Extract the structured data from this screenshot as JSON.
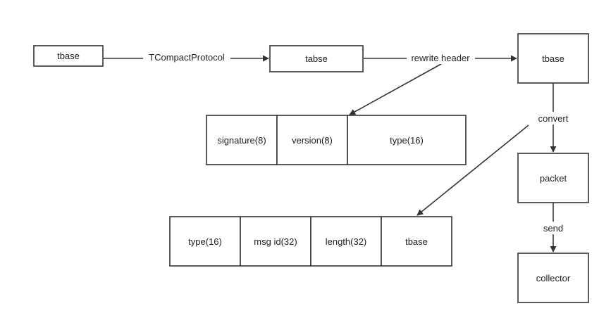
{
  "nodes": {
    "tbase_left": "tbase",
    "tabse": "tabse",
    "tbase_right": "tbase",
    "packet": "packet",
    "collector": "collector"
  },
  "header_struct": [
    "signature(8)",
    "version(8)",
    "type(16)"
  ],
  "packet_struct": [
    "type(16)",
    "msg id(32)",
    "length(32)",
    "tbase"
  ],
  "edges": {
    "tcompact": "TCompactProtocol",
    "rewrite": "rewrite header",
    "convert": "convert",
    "send": "send"
  }
}
